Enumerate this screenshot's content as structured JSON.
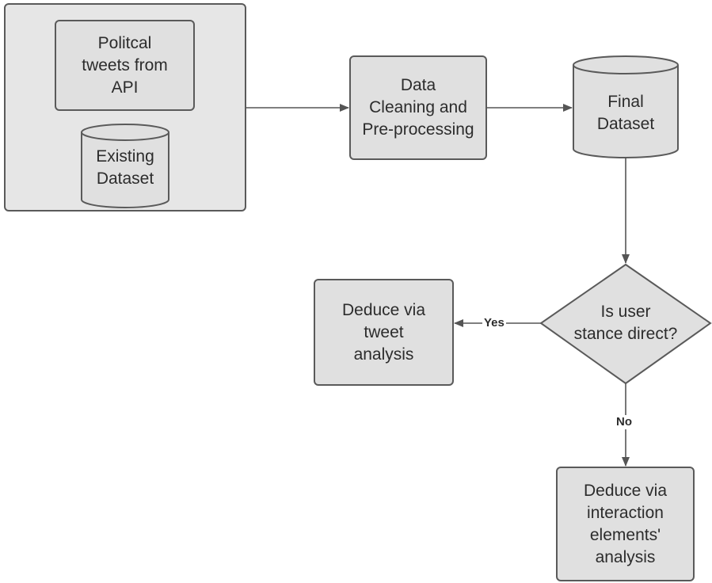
{
  "nodes": {
    "source_tweets": {
      "label": "Politcal\ntweets from\nAPI"
    },
    "existing_dataset": {
      "label": "Existing\nDataset"
    },
    "cleaning": {
      "label": "Data\nCleaning and\nPre-processing"
    },
    "final_dataset": {
      "label": "Final\nDataset"
    },
    "decision": {
      "label": "Is user\nstance direct?"
    },
    "tweet_analysis": {
      "label": "Deduce via\ntweet\nanalysis"
    },
    "interaction_analysis": {
      "label": "Deduce via\ninteraction\nelements'\nanalysis"
    }
  },
  "edges": {
    "yes_label": "Yes",
    "no_label": "No"
  },
  "colors": {
    "box_fill": "#e0e0e0",
    "container_fill": "#e6e6e6",
    "stroke": "#5a5a5a",
    "arrow": "#555555"
  }
}
